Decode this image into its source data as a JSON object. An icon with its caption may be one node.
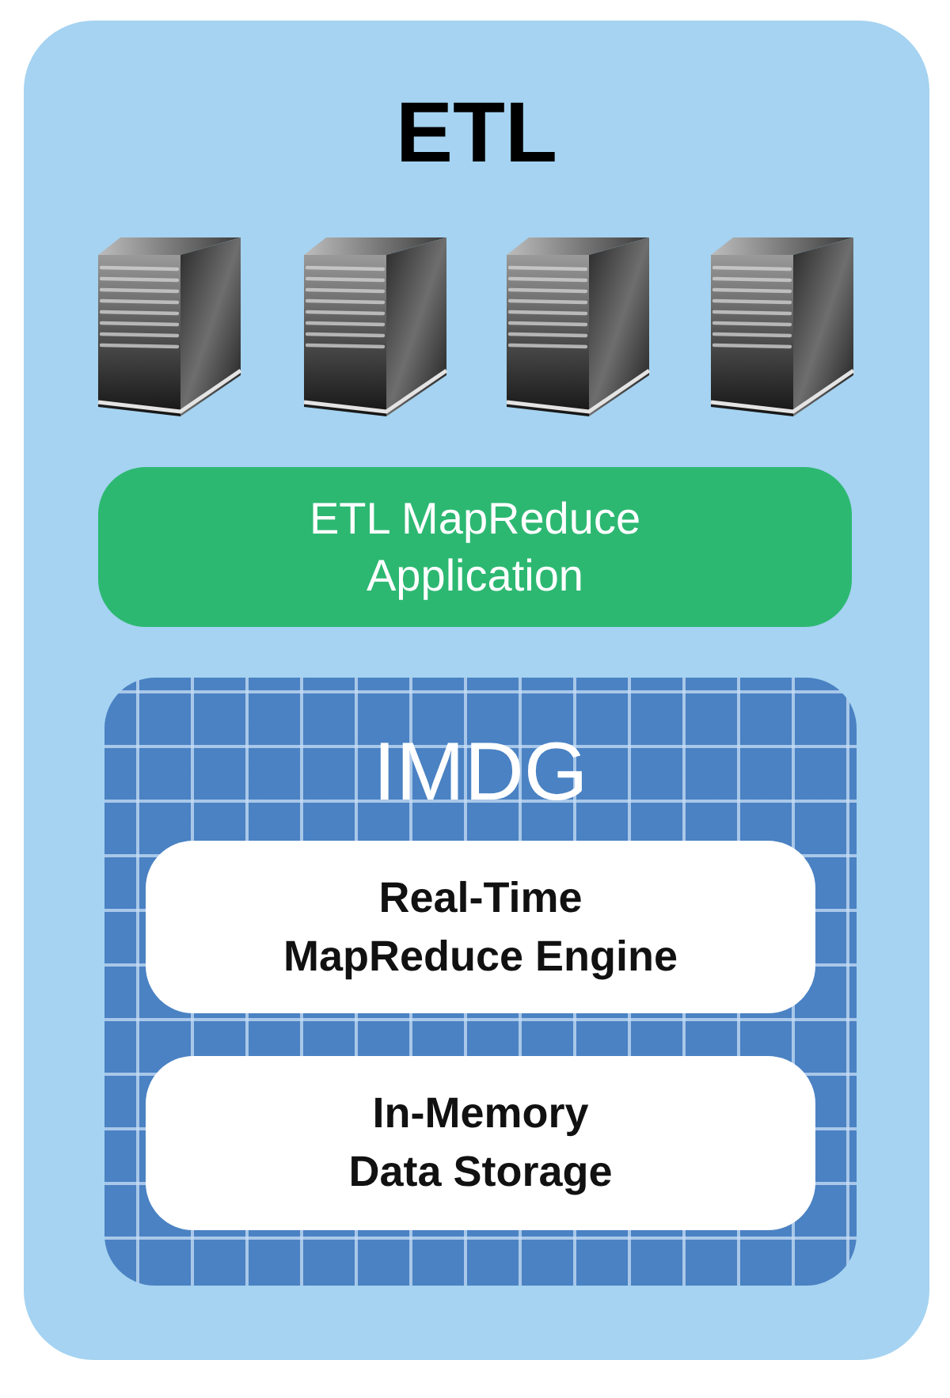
{
  "diagram": {
    "nodes": [
      {
        "text": [
          "ETL"
        ]
      },
      {
        "text": [
          "ETL MapReduce Application"
        ],
        "in": 0
      },
      {
        "text": [
          "IMDG"
        ],
        "in": 0
      },
      {
        "text": [
          "Real-Time MapReduce Engine"
        ],
        "in": 2
      },
      {
        "text": [
          "In-Memory Data Storage"
        ],
        "in": 2
      }
    ]
  }
}
